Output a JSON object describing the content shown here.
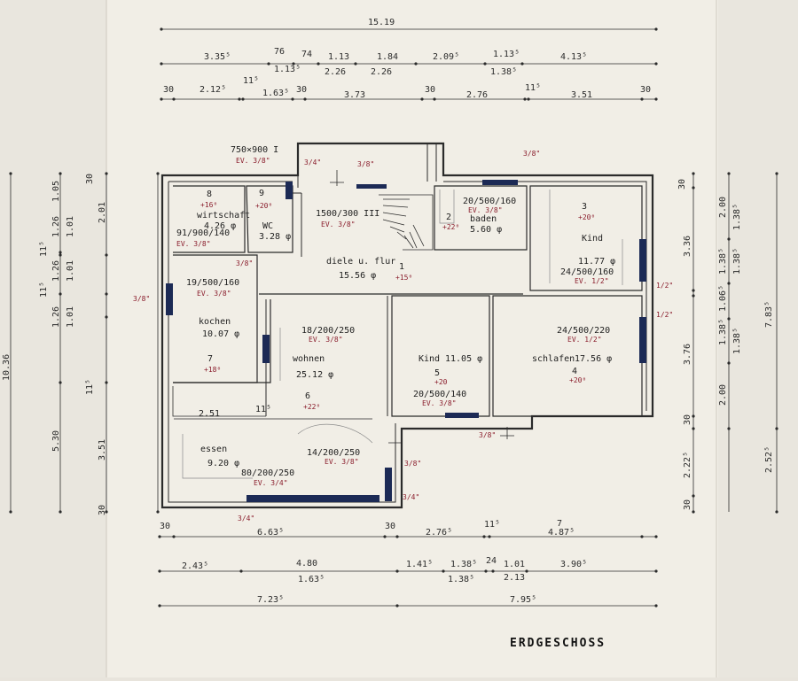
{
  "drawing": {
    "title": "ERDGESCHOSS",
    "colors": {
      "paper": "#f1eee6",
      "ink": "#2b2b2b",
      "red_ink": "#8a1d2c",
      "window": "#1c2a55"
    }
  },
  "dims": {
    "top": [
      "15.19",
      "3.35⁵",
      "76",
      "74",
      "1.13",
      "1.84",
      "2.09⁵",
      "1.13⁵",
      "4.13⁵",
      "1.13⁵",
      "2.26",
      "2.26",
      "1.38⁵",
      "30",
      "2.12⁵",
      "11⁵",
      "1.63⁵",
      "30",
      "3.73",
      "30",
      "2.76",
      "11⁵",
      "3.51",
      "30"
    ],
    "bottom": [
      "30",
      "6.63⁵",
      "30",
      "2.76⁵",
      "11⁵",
      "7",
      "4.87⁵",
      "2.43⁵",
      "4.80",
      "1.63⁵",
      "1.41⁵",
      "1.38⁵",
      "24",
      "1.01",
      "3.90⁵",
      "1.38⁵",
      "2.13",
      "7.23⁵",
      "7.95⁵"
    ],
    "left": [
      "10.36",
      "5.30",
      "3.51",
      "30",
      "11⁵",
      "1.26",
      "1.01",
      "11⁵",
      "1.26",
      "1.01",
      "1.05",
      "1.26",
      "1.01",
      "11⁵",
      "2.01",
      "30"
    ],
    "right": [
      "30",
      "2.00",
      "1.38⁵",
      "1.06⁵",
      "1.38⁵",
      "3.36",
      "3.76",
      "1.38⁵",
      "1.38⁵",
      "2.00",
      "30",
      "2.22⁵",
      "30",
      "7.83⁵",
      "2.52⁵",
      "1.38⁵"
    ]
  },
  "rooms": [
    {
      "id": "8",
      "name": "wirtschaft",
      "area": "4.26 φ",
      "floor": "+16⁰",
      "win": "91/900/140",
      "ev": "EV. 3/8\""
    },
    {
      "id": "9",
      "name": "WC",
      "area": "3.28 φ",
      "floor": "+20⁰"
    },
    {
      "id": "1",
      "name": "diele u. flur",
      "area": "15.56 φ",
      "floor": "+15⁰",
      "win": "1500/300 III",
      "ev": "EV. 3/8\""
    },
    {
      "id": "2",
      "name": "baden",
      "area": "5.60 φ",
      "floor": "+22⁰",
      "win": "20/500/160",
      "ev": "EV. 3/8\""
    },
    {
      "id": "3",
      "name": "Kind",
      "area": "11.77 φ",
      "floor": "+20⁰",
      "win": "24/500/160",
      "ev": "EV. 1/2\""
    },
    {
      "id": "7",
      "name": "kochen",
      "area": "10.07 φ",
      "floor": "+18⁰",
      "win": "19/500/160",
      "ev": "EV. 3/8\""
    },
    {
      "id": "6",
      "name": "wohnen",
      "area": "25.12 φ",
      "floor": "+22⁰",
      "win": "18/200/250",
      "ev": "EV. 3/8\""
    },
    {
      "id": "5",
      "name": "Kind",
      "area": "11.05 φ",
      "floor": "+20",
      "win": "20/500/140",
      "ev": "EV. 3/8\""
    },
    {
      "id": "4",
      "name": "schlafen",
      "area": "17.56 φ",
      "floor": "+20⁰",
      "win": "24/500/220",
      "ev": "EV. 1/2\""
    },
    {
      "id": "",
      "name": "essen",
      "area": "9.20 φ",
      "floor": "",
      "win": "80/200/250",
      "ev": "EV. 3/4\""
    }
  ],
  "notes": {
    "porch_win": "750×900 I",
    "porch_ev": "EV. 3/8\"",
    "wohnen_win2": "14/200/250",
    "wohnen_ev2": "EV. 3/8\"",
    "essen_dim": "2.51",
    "essen_dim2": "11⁵",
    "pipe_a": "3/4\"",
    "pipe_b": "3/8\"",
    "pipe_c": "1/2\"",
    "pipe_d": "3/8\""
  }
}
